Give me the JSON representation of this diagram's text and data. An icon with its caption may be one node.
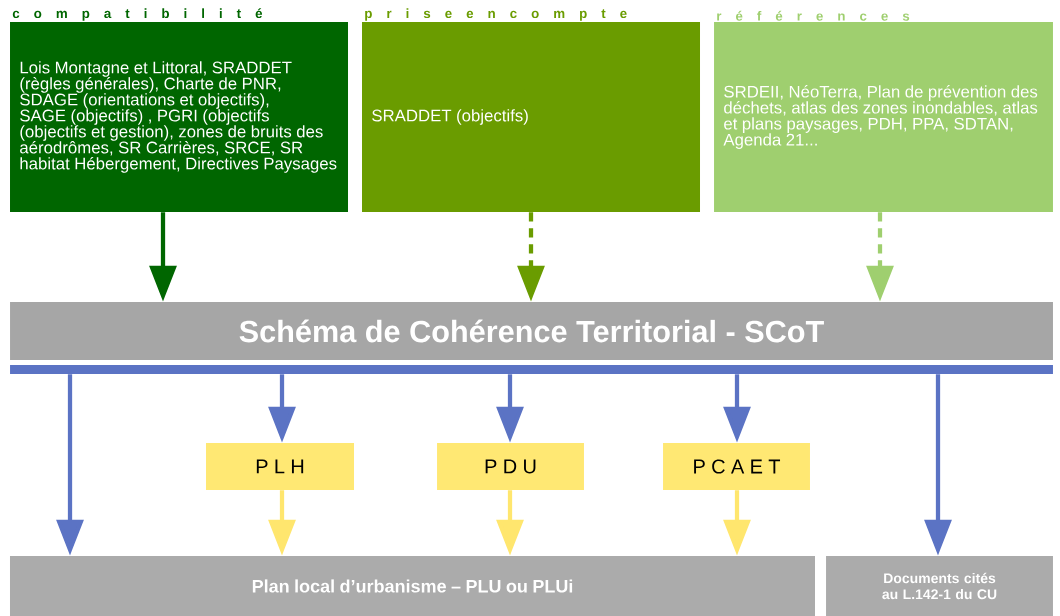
{
  "diagram": {
    "nodes": [
      {
        "text": [
          "c o m p a t i b i l i t é",
          "Lois Montagne et Littoral, SRADDET (règles générales), Charte de PNR, SDAGE (orientations et objectifs), SAGE (objectifs) , PGRI (objectifs (objectifs et gestion), zones de bruits des aérodrômes, SR Carrières, SRCE, SR habitat Hébergement, Directives Paysages"
        ]
      },
      {
        "text": [
          "p r i s e e n c o m p t e",
          "SRADDET (objectifs)"
        ]
      },
      {
        "text": [
          "r é f é r e n c e s",
          "SRDEII, NéoTerra, Plan de prévention des déchets, atlas des zones inondables, atlas et plans paysages, PDH, PPA, SDTAN, Agenda 21..."
        ]
      },
      {
        "text": [
          "Schéma de Cohérence Territorial - SCoT"
        ]
      },
      {
        "text": [],
        "shape": "bar"
      },
      {
        "text": [
          "P L H"
        ]
      },
      {
        "text": [
          "P D U"
        ]
      },
      {
        "text": [
          "P C A E T"
        ]
      },
      {
        "text": [
          "Plan local d’urbanisme – PLU ou PLUi"
        ]
      },
      {
        "text": [
          "Documents cités au L.142-1 du CU"
        ]
      }
    ],
    "edges": [
      {
        "from": 0,
        "to": 3,
        "arrow": "to",
        "color": "#006600"
      },
      {
        "from": 1,
        "to": 3,
        "arrow": "to",
        "style": "dashed",
        "color": "#6a9c00"
      },
      {
        "from": 2,
        "to": 3,
        "arrow": "to",
        "style": "dashed",
        "color": "#9fcf6f"
      },
      {
        "from": 4,
        "to": 8,
        "arrow": "to"
      },
      {
        "from": 4,
        "to": 5,
        "arrow": "to"
      },
      {
        "from": 4,
        "to": 6,
        "arrow": "to"
      },
      {
        "from": 4,
        "to": 7,
        "arrow": "to"
      },
      {
        "from": 4,
        "to": 9,
        "arrow": "to"
      },
      {
        "from": 5,
        "to": 8,
        "arrow": "to",
        "color": "#ffe66e"
      },
      {
        "from": 6,
        "to": 8,
        "arrow": "to",
        "color": "#ffe66e"
      },
      {
        "from": 7,
        "to": 8,
        "arrow": "to",
        "color": "#ffe66e"
      }
    ]
  }
}
